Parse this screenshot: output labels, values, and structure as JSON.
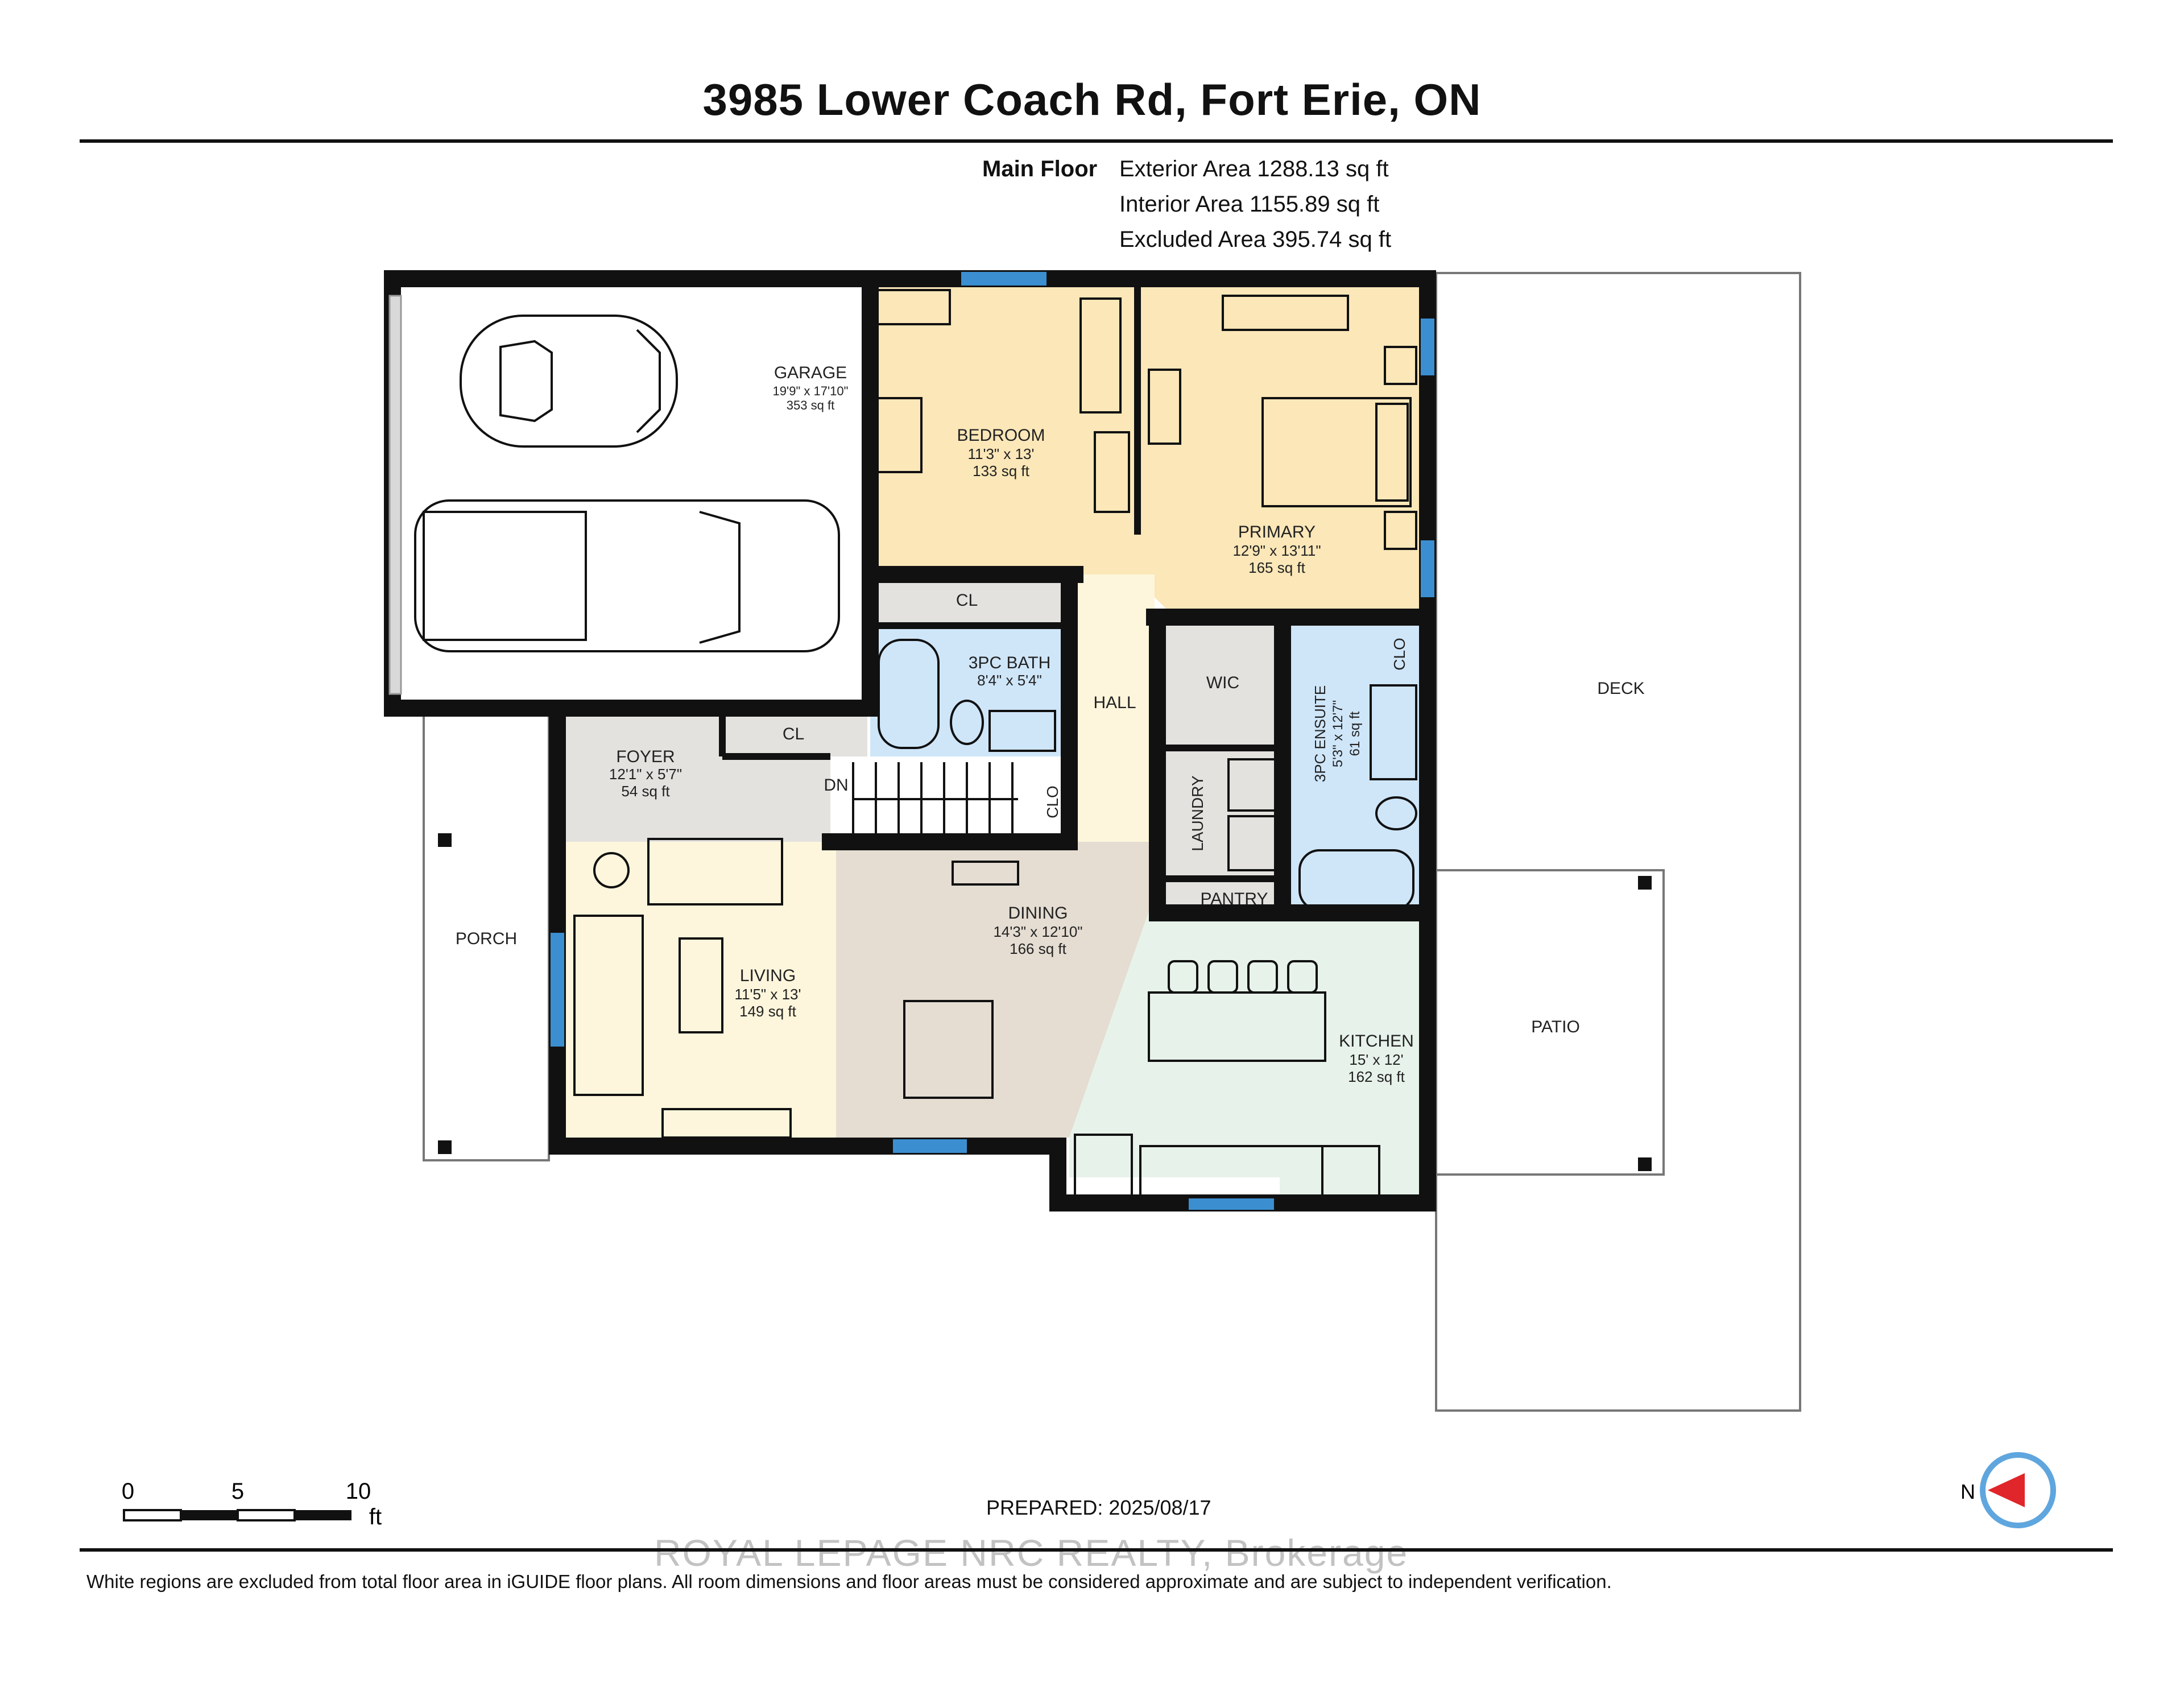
{
  "title": "3985 Lower Coach Rd, Fort Erie, ON",
  "floor": {
    "name": "Main Floor",
    "exterior_area": "Exterior Area 1288.13 sq ft",
    "interior_area": "Interior Area 1155.89 sq ft",
    "excluded_area": "Excluded Area 395.74 sq ft"
  },
  "rooms": {
    "garage": {
      "name": "GARAGE",
      "dims": "19'9\" x 17'10\"",
      "area": "353 sq ft"
    },
    "bedroom": {
      "name": "BEDROOM",
      "dims": "11'3\" x 13'",
      "area": "133 sq ft"
    },
    "primary": {
      "name": "PRIMARY",
      "dims": "12'9\" x 13'11\"",
      "area": "165 sq ft"
    },
    "bath": {
      "name": "3PC BATH",
      "dims": "8'4\" x 5'4\""
    },
    "ensuite": {
      "name": "3PC ENSUITE",
      "dims": "5'3\" x 12'7\"",
      "area": "61 sq ft"
    },
    "foyer": {
      "name": "FOYER",
      "dims": "12'1\" x 5'7\"",
      "area": "54 sq ft"
    },
    "living": {
      "name": "LIVING",
      "dims": "11'5\" x 13'",
      "area": "149 sq ft"
    },
    "dining": {
      "name": "DINING",
      "dims": "14'3\" x 12'10\"",
      "area": "166 sq ft"
    },
    "kitchen": {
      "name": "KITCHEN",
      "dims": "15' x 12'",
      "area": "162 sq ft"
    },
    "hall": "HALL",
    "cl1": "CL",
    "cl2": "CL",
    "clo1": "CLO",
    "clo2": "CLO",
    "wic": "WIC",
    "laundry": "LAUNDRY",
    "pantry": "PANTRY",
    "dn": "DN",
    "porch": "PORCH",
    "deck": "DECK",
    "patio": "PATIO"
  },
  "scale": {
    "ticks": [
      "0",
      "5",
      "10"
    ],
    "unit": "ft"
  },
  "compass": {
    "letter": "N"
  },
  "prepared": "PREPARED: 2025/08/17",
  "watermark": "ROYAL LEPAGE NRC REALTY, Brokerage",
  "disclaimer": "White regions are excluded from total floor area in iGUIDE floor plans. All room dimensions and floor areas must be considered approximate and are subject to independent verification.",
  "colors": {
    "bedroom": "#fbe7b8",
    "bath": "#cfe6f9",
    "utility": "#e4e2df",
    "living": "#fdf6dc",
    "dining": "#e5ddd2",
    "kitchen": "#e7f3ea",
    "wall": "#111111",
    "window": "#3b8fd0"
  }
}
